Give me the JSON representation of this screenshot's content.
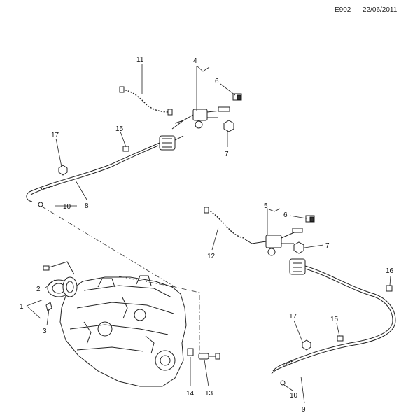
{
  "header": {
    "code": "E902",
    "date": "22/06/2011"
  },
  "callouts": {
    "c11": "11",
    "c4": "4",
    "c6a": "6",
    "c7a": "7",
    "c15a": "15",
    "c17a": "17",
    "c8": "8",
    "c10a": "10",
    "c5": "5",
    "c6b": "6",
    "c7b": "7",
    "c12": "12",
    "c16": "16",
    "c2": "2",
    "c1": "1",
    "c3": "3",
    "c17b": "17",
    "c15b": "15",
    "c10b": "10",
    "c9": "9",
    "c14": "14",
    "c13": "13"
  }
}
